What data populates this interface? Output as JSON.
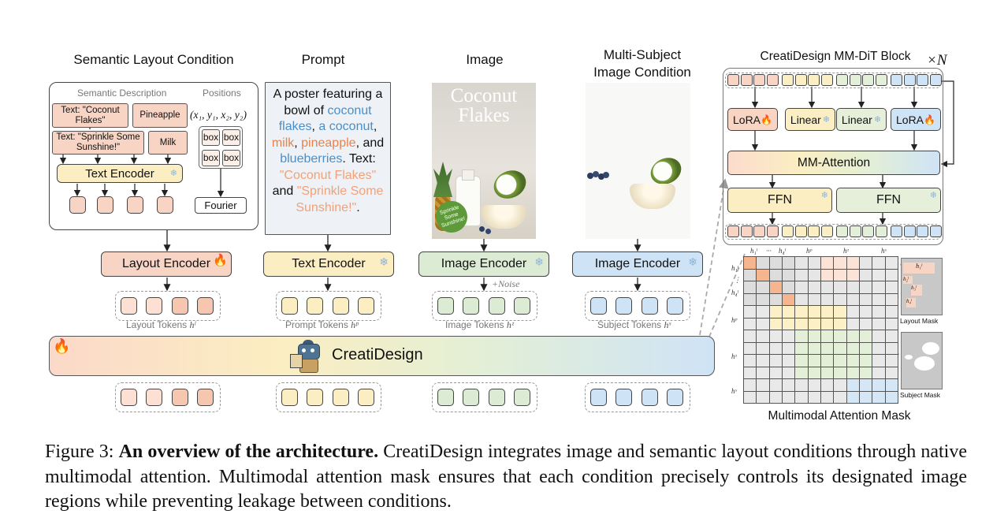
{
  "headings": {
    "semantic": "Semantic Layout Condition",
    "prompt": "Prompt",
    "image": "Image",
    "multi_subject_line1": "Multi-Subject",
    "multi_subject_line2": "Image Condition",
    "mmdit": "CreatiDesign MM-DiT Block",
    "times_n": "×N"
  },
  "semantic_box": {
    "desc_label": "Semantic Description",
    "pos_label": "Positions",
    "chips": [
      "Text: \"Coconut Flakes\"",
      "Pineapple",
      "Text: \"Sprinkle Some Sunshine!\"",
      "Milk"
    ],
    "coords": "(x₁, y₁, x₂, y₂)",
    "box_word": "box",
    "text_encoder": "Text Encoder",
    "fourier": "Fourier"
  },
  "prompt_text": {
    "p1": "A poster featuring a bowl of ",
    "c1": "coconut flakes",
    "p2": ", ",
    "c2": "a coconut",
    "p3": ", ",
    "c3": "milk",
    "p4": ", ",
    "c4": "pineapple",
    "p5": ", and ",
    "c5": "blueberries",
    "p6": ". Text: ",
    "c6": "\"Coconut Flakes\"",
    "p7": " and ",
    "c7": "\"Sprinkle Some Sunshine!\"",
    "p8": "."
  },
  "poster": {
    "title_line1": "Coconut",
    "title_line2": "Flakes",
    "badge": "Sprinkle Some Sunshine!"
  },
  "encoders": {
    "layout": "Layout Encoder",
    "text": "Text Encoder",
    "image": "Image Encoder",
    "subject": "Image Encoder",
    "noise": "+Noise"
  },
  "token_labels": {
    "layout": "Layout Tokens",
    "layout_sym": "hˡ",
    "prompt": "Prompt Tokens",
    "prompt_sym": "hᵖ",
    "image": "Image Tokens",
    "image_sym": "hᶻ",
    "subject": "Subject Tokens",
    "subject_sym": "hˢ"
  },
  "creatidesign": "CreatiDesign",
  "mmdit": {
    "lora1": "LoRA",
    "linear1": "Linear",
    "linear2": "Linear",
    "lora2": "LoRA",
    "attention": "MM-Attention",
    "ffn1": "FFN",
    "ffn2": "FFN"
  },
  "mask": {
    "col_h1": "h₁ˡ",
    "col_dots": "···",
    "col_h4": "h₄ˡ",
    "col_hp": "hᵖ",
    "col_hz": "hᶻ",
    "col_hs": "hˢ",
    "row_h1": "h₁ˡ",
    "row_dots": "⋮",
    "row_h4": "h₄ˡ",
    "row_hp": "hᵖ",
    "row_hz": "hᶻ",
    "row_hs": "hˢ",
    "layout_mask": "Layout Mask",
    "subject_mask": "Subject Mask",
    "lm_h1": "h₁ˡ",
    "lm_h2": "h₂ˡ",
    "lm_h3": "h₃ˡ",
    "lm_h4": "h₄ˡ",
    "title": "Multimodal Attention Mask"
  },
  "caption": {
    "prefix": "Figure 3: ",
    "bold": "An overview of the architecture.",
    "body": " CreatiDesign integrates image and semantic layout conditions through native multimodal attention. Multimodal attention mask ensures that each condition precisely controls its designated image regions while preventing leakage between conditions."
  },
  "colors": {
    "layout": "#f8d4c4",
    "prompt": "#fbeec2",
    "image": "#dcebd3",
    "subject": "#cfe3f6",
    "prompt_blue": "#4a8fc9",
    "prompt_orange": "#e8834a",
    "flame": "#f07a1a"
  },
  "icons": [
    "flame-icon",
    "snowflake-icon",
    "robot-icon",
    "arrow-icon"
  ]
}
